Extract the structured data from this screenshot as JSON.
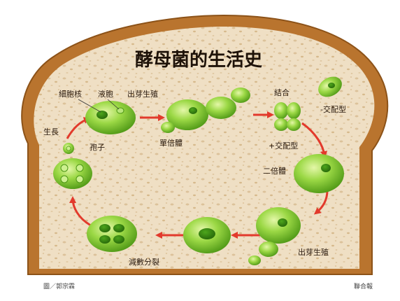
{
  "title": "酵母菌的生活史",
  "labels": {
    "nucleus": "細胞核",
    "vacuole": "液胞",
    "budding_top": "出芽生殖",
    "haploid": "單倍體",
    "mating": "結合",
    "mating_type_minus": "-交配型",
    "mating_type_plus": "+交配型",
    "diploid": "二倍體",
    "budding_bottom": "出芽生殖",
    "meiosis": "減數分裂",
    "spore": "孢子",
    "growth": "生長"
  },
  "footer": {
    "credit_left": "圖／郭宗霖",
    "credit_right": "聯合報"
  },
  "colors": {
    "bread_crust": "#b9742e",
    "bread_crumb": "#eddcc0",
    "cell_green": "#8fd23c",
    "cell_dark": "#4f9a14",
    "arrow_red": "#e23a2c"
  }
}
